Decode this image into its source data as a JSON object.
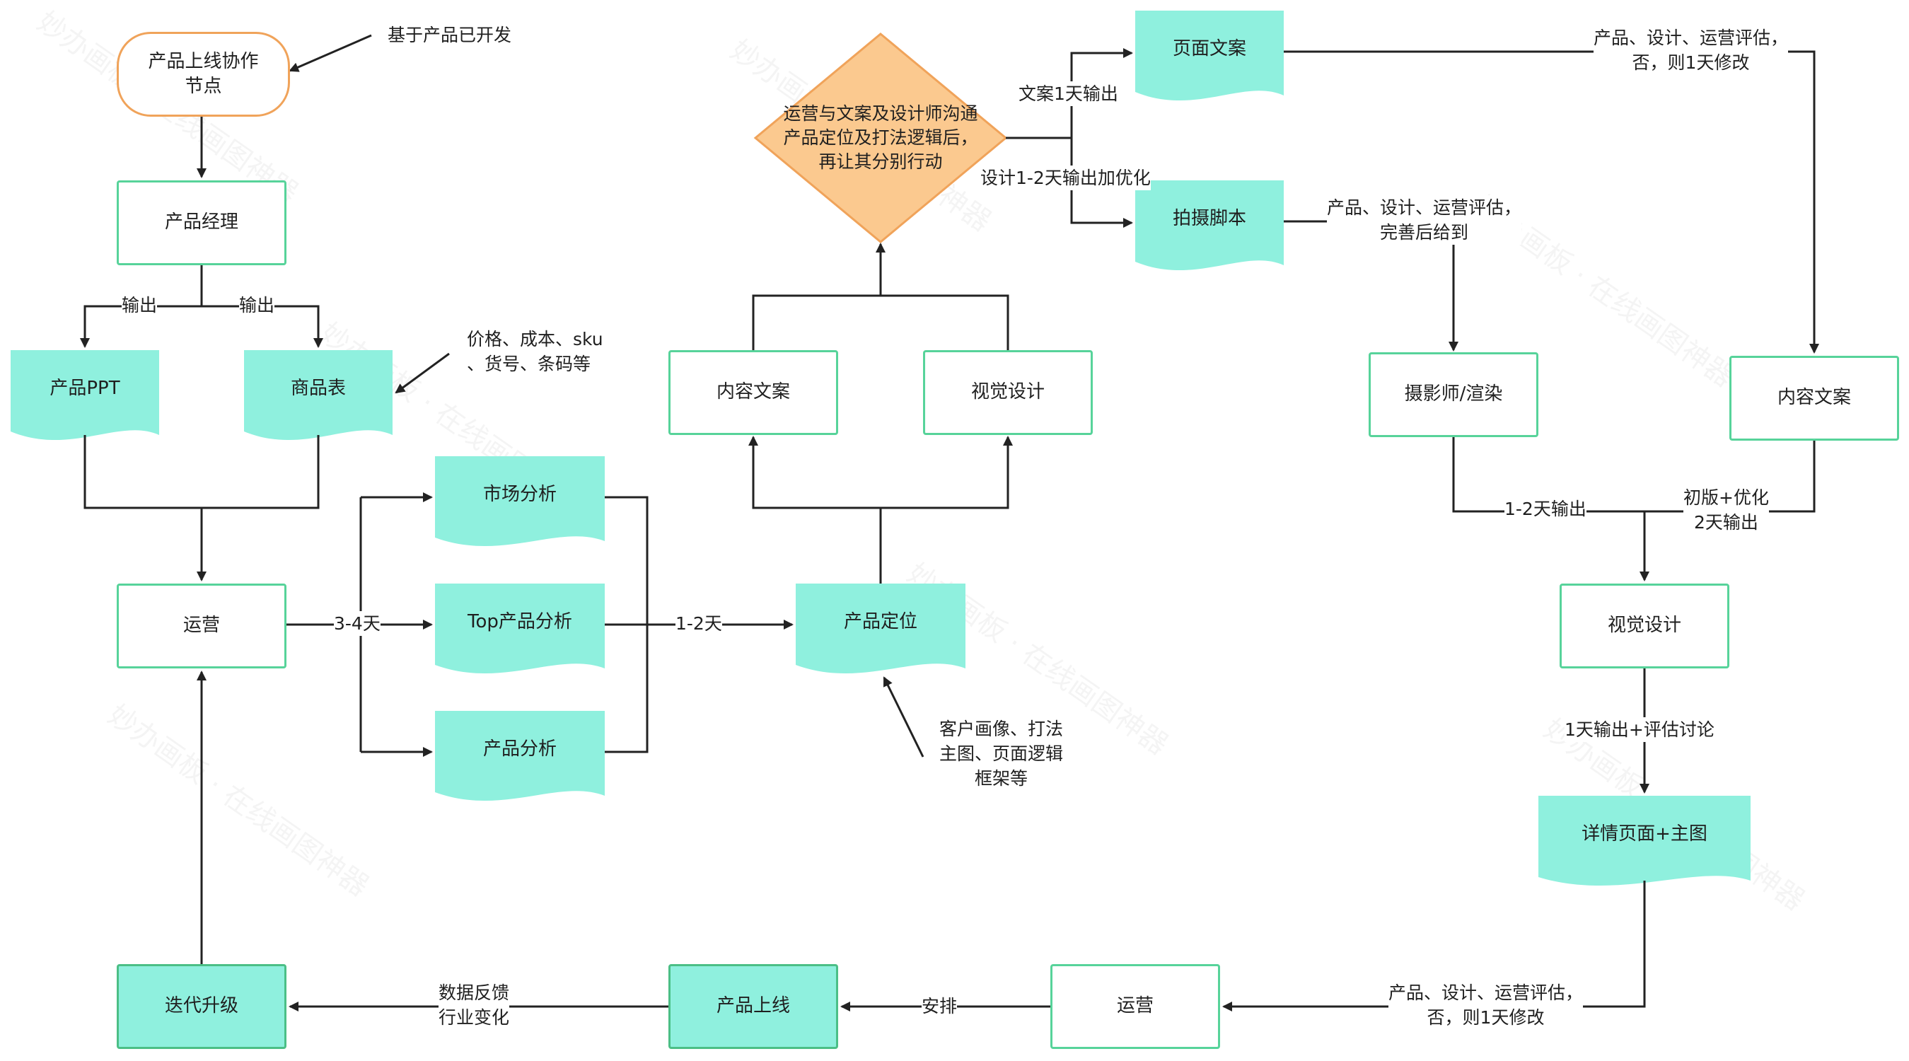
{
  "nodes": {
    "start": "产品上线协作\n节点",
    "pm": "产品经理",
    "ppt": "产品PPT",
    "goods_table": "商品表",
    "ops1": "运营",
    "market": "市场分析",
    "top": "Top产品分析",
    "prod_analysis": "产品分析",
    "positioning": "产品定位",
    "content_copy1": "内容文案",
    "visual1": "视觉设计",
    "decision": "运营与文案及设计师沟通\n产品定位及打法逻辑后，\n再让其分别行动",
    "page_copy": "页面文案",
    "script": "拍摄脚本",
    "photographer": "摄影师/渲染",
    "content_copy2": "内容文案",
    "visual2": "视觉设计",
    "detail": "详情页面+主图",
    "ops2": "运营",
    "launch": "产品上线",
    "iterate": "迭代升级"
  },
  "labels": {
    "based_on": "基于产品已开发",
    "output_left": "输出",
    "output_right": "输出",
    "price_note": "价格、成本、sku\n、货号、条码等",
    "days_3_4": "3-4天",
    "days_1_2": "1-2天",
    "customer_note": "客户画像、打法\n主图、页面逻辑\n框架等",
    "copy_1day": "文案1天输出",
    "design_1_2": "设计1-2天输出加优化",
    "eval_top": "产品、设计、运营评估，\n否，则1天修改",
    "eval_script": "产品、设计、运营评估，\n完善后给到",
    "photo_1_2": "1-2天输出",
    "draft_opt": "初版+优化\n2天输出",
    "one_day_eval": "1天输出+评估讨论",
    "eval_bottom": "产品、设计、运营评估，\n否，则1天修改",
    "arrange": "安排",
    "feedback": "数据反馈\n行业变化"
  },
  "watermark": "妙办画板 · 在线画图神器",
  "colors": {
    "green_border": "#57d39a",
    "teal_fill": "#8ff0de",
    "orange_border": "#f0a35a",
    "diamond_fill": "#fbc98f",
    "line": "#222222"
  }
}
